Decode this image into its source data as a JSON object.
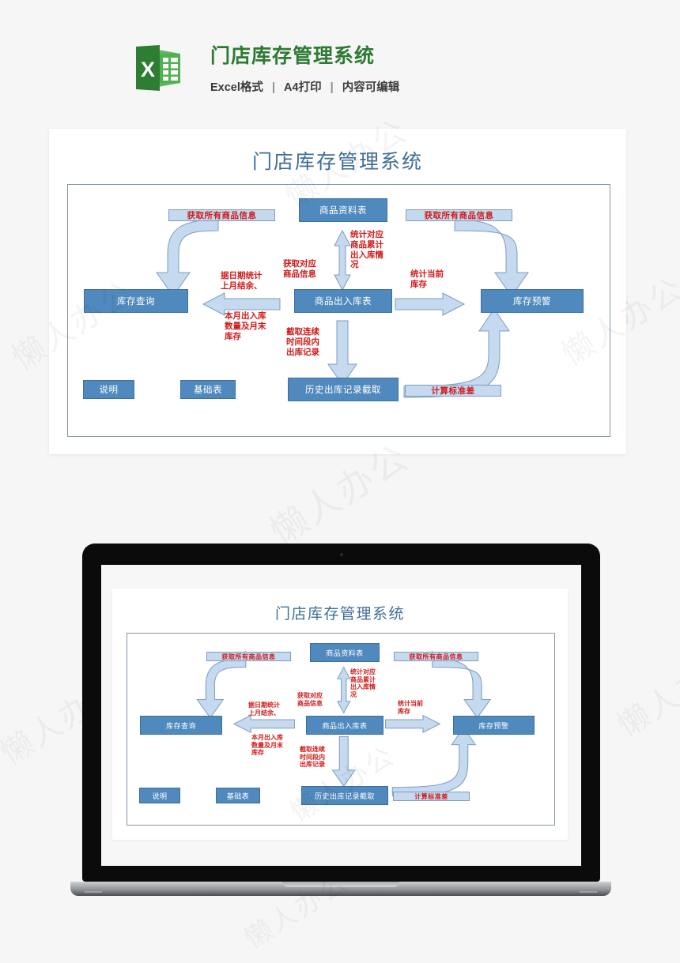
{
  "header": {
    "icon": "excel-file-icon",
    "title": "门店库存管理系统",
    "meta": {
      "format": "Excel格式",
      "print": "A4打印",
      "editable": "内容可编辑",
      "separator": "|"
    }
  },
  "watermark": {
    "text": "懒人办公"
  },
  "diagram": {
    "title": "门店库存管理系统",
    "nodes": [
      {
        "id": "goods-info-table",
        "label": "商品资料表"
      },
      {
        "id": "inventory-query",
        "label": "库存查询"
      },
      {
        "id": "goods-in-out-table",
        "label": "商品出入库表"
      },
      {
        "id": "inventory-alert",
        "label": "库存预警"
      },
      {
        "id": "history-out-record",
        "label": "历史出库记录截取"
      },
      {
        "id": "description",
        "label": "说明"
      },
      {
        "id": "base-table",
        "label": "基础表"
      }
    ],
    "bar_labels": [
      {
        "id": "fetch-all-goods-left",
        "label": "获取所有商品信息"
      },
      {
        "id": "fetch-all-goods-right",
        "label": "获取所有商品信息"
      },
      {
        "id": "calc-std-dev",
        "label": "计算标准差"
      }
    ],
    "annotations": [
      {
        "id": "stat-accumulated",
        "label": "统计对应\n商品累计\n出入库情\n况"
      },
      {
        "id": "fetch-matching",
        "label": "获取对应\n商品信息"
      },
      {
        "id": "stat-by-date",
        "label": "据日期统计\n上月结余、"
      },
      {
        "id": "month-in-out",
        "label": "本月出入库\n数量及月末\n库存"
      },
      {
        "id": "stat-current-stock",
        "label": "统计当前\n库存"
      },
      {
        "id": "cut-continuous",
        "label": "截取连续\n时间段内\n出库记录"
      }
    ]
  },
  "colors": {
    "node_fill": "#5089bd",
    "node_border": "#3c6f9e",
    "arrow_fill": "#c5d9ef",
    "arrow_border": "#7e9dc0",
    "annotation_text": "#d01919",
    "title_text": "#3f6e96",
    "brand_green": "#2d7a33",
    "page_background": "#f6f6f6"
  }
}
